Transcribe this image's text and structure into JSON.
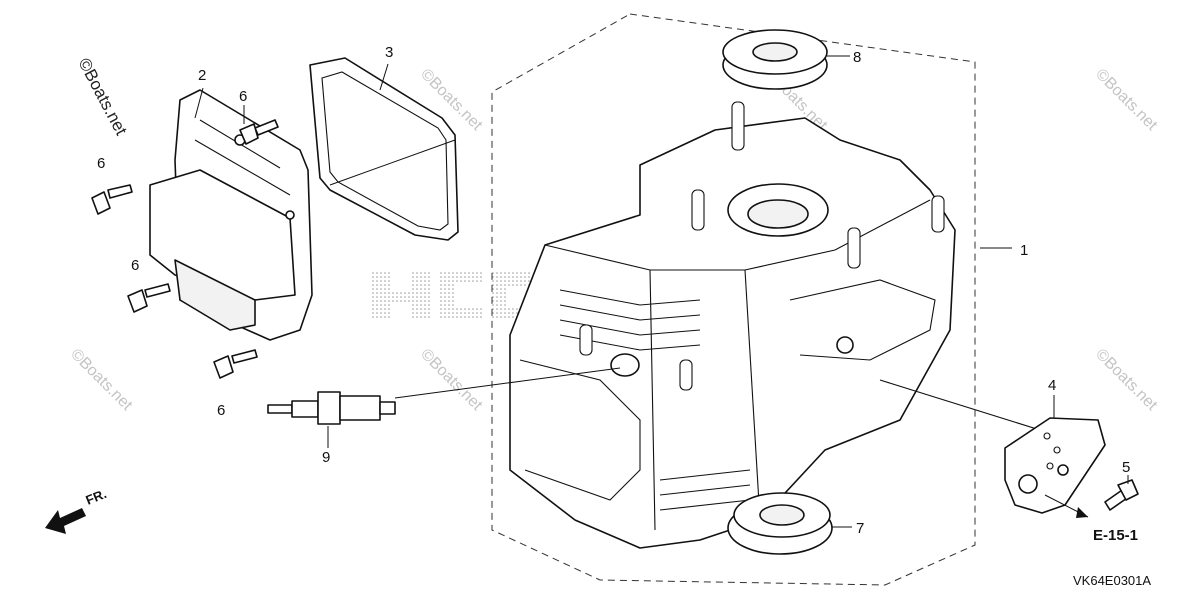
{
  "diagram": {
    "diagram_code": "VK64E0301A",
    "reference": "E-15-1",
    "direction_label": "FR.",
    "copyright_mark": "©Boats.net",
    "watermark_text": "©Boats.net",
    "callouts": [
      "1",
      "2",
      "3",
      "4",
      "5",
      "6",
      "6",
      "6",
      "6",
      "7",
      "8",
      "9"
    ],
    "parts": [
      {
        "number": "1",
        "part": "crankcase-icon"
      },
      {
        "number": "2",
        "part": "head-cover-icon"
      },
      {
        "number": "3",
        "part": "head-cover-gasket-icon"
      },
      {
        "number": "4",
        "part": "side-plate-icon"
      },
      {
        "number": "5",
        "part": "flange-bolt-icon"
      },
      {
        "number": "6",
        "part": "flange-bolt-icon"
      },
      {
        "number": "7",
        "part": "ball-bearing-icon"
      },
      {
        "number": "8",
        "part": "oil-seal-icon"
      },
      {
        "number": "9",
        "part": "spark-plug-icon"
      }
    ],
    "colors": {
      "line": "#111111",
      "watermark": "#c4c4c4",
      "dots": "#9a9a9a",
      "background": "#ffffff"
    }
  }
}
